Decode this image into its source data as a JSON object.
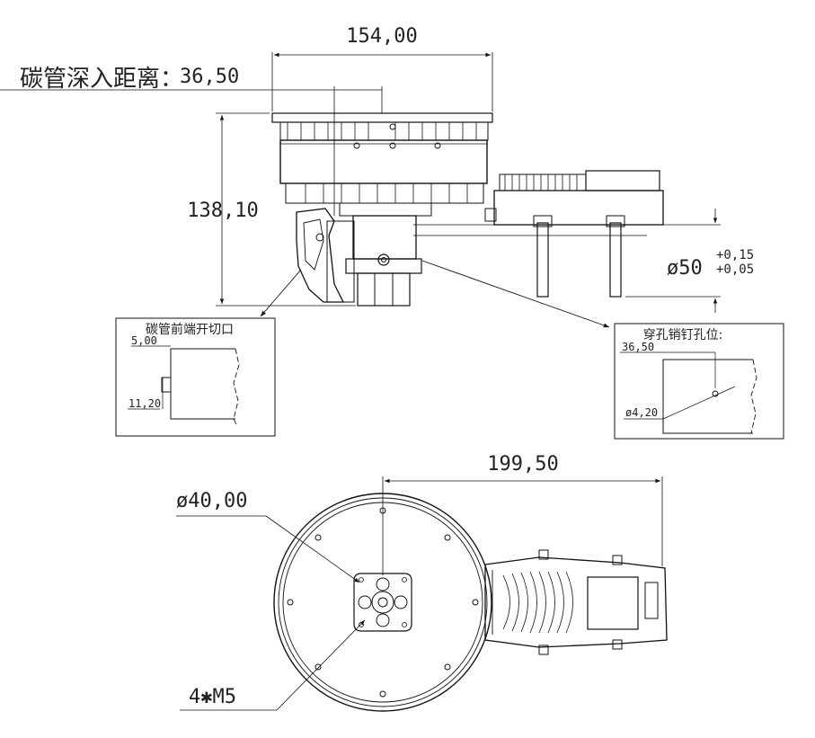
{
  "dimensions": {
    "overall_width": "154,00",
    "carbon_depth_label": "碳管深入距离：",
    "carbon_depth_value": "36,50",
    "height": "138,10",
    "tube_diameter": "ø50",
    "tol_upper": "+0,15",
    "tol_lower": "+0,05",
    "total_length": "199,50",
    "flange_diameter": "ø40,00",
    "bolt_spec": "4✱M5"
  },
  "detail_cut": {
    "title": "碳管前端开切口",
    "cut_depth": "5,00",
    "cut_width": "11,20"
  },
  "detail_pin": {
    "title": "穿孔销钉孔位:",
    "offset": "36,50",
    "hole_diameter": "ø4,20"
  }
}
